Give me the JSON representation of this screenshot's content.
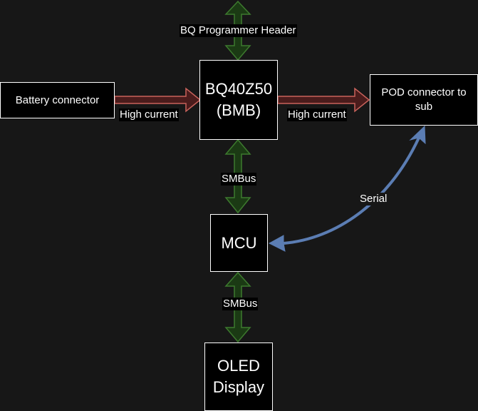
{
  "nodes": {
    "bq_header_label": "BQ Programmer Header",
    "battery": "Battery connector",
    "bq": [
      "BQ40Z50",
      "(BMB)"
    ],
    "pod": [
      "POD connector to",
      "sub"
    ],
    "mcu": "MCU",
    "oled": [
      "OLED",
      "Display"
    ]
  },
  "edges": {
    "battery_to_bq": "High current",
    "bq_to_pod": "High current",
    "bq_to_mcu": "SMBus",
    "pod_to_mcu": "Serial",
    "mcu_to_oled": "SMBus"
  },
  "colors": {
    "background": "#171717",
    "node_fill": "#000000",
    "node_border": "#ffffff",
    "smbus_arrow_fill": "#1b3a14",
    "smbus_arrow_stroke": "#3d7a2e",
    "power_arrow_fill": "#4a1c1c",
    "power_arrow_stroke": "#c9625b",
    "serial_arrow": "#5b7db3"
  }
}
